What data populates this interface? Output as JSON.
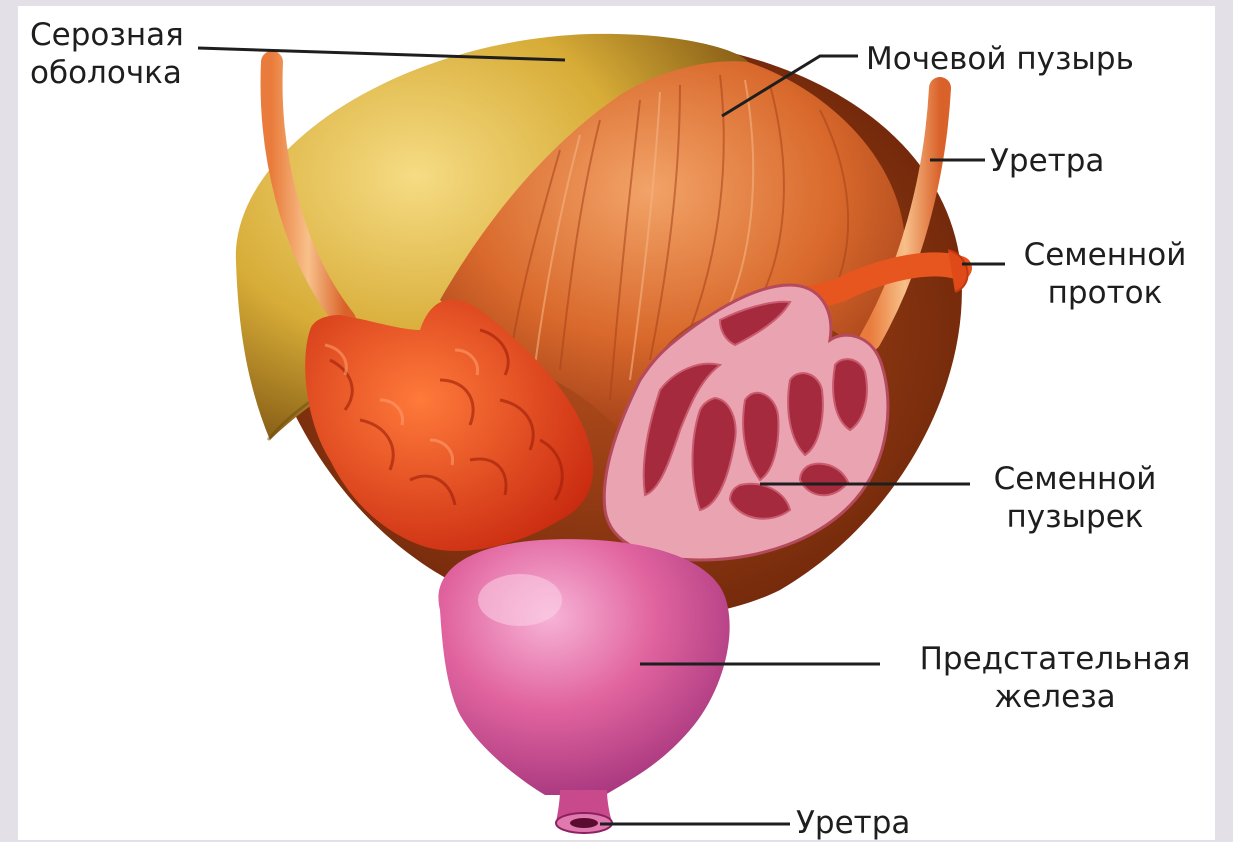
{
  "labels": {
    "serous_membrane": [
      "Серозная",
      "оболочка"
    ],
    "bladder": "Мочевой пузырь",
    "ureter_top": "Уретра",
    "vas_deferens": [
      "Семенной",
      "проток"
    ],
    "seminal_vesicle": [
      "Семенной",
      "пузырек"
    ],
    "prostate": [
      "Предстательная",
      "железа"
    ],
    "urethra_bottom": "Уретра"
  },
  "colors": {
    "background": "#e4e0e8",
    "panel": "#ffffff",
    "serous": "#d9b23c",
    "bladder_muscle": "#d8652a",
    "vesicle_red": "#e8441e",
    "vesicle_section": "#e9a0ae",
    "prostate": "#d85a9e"
  }
}
